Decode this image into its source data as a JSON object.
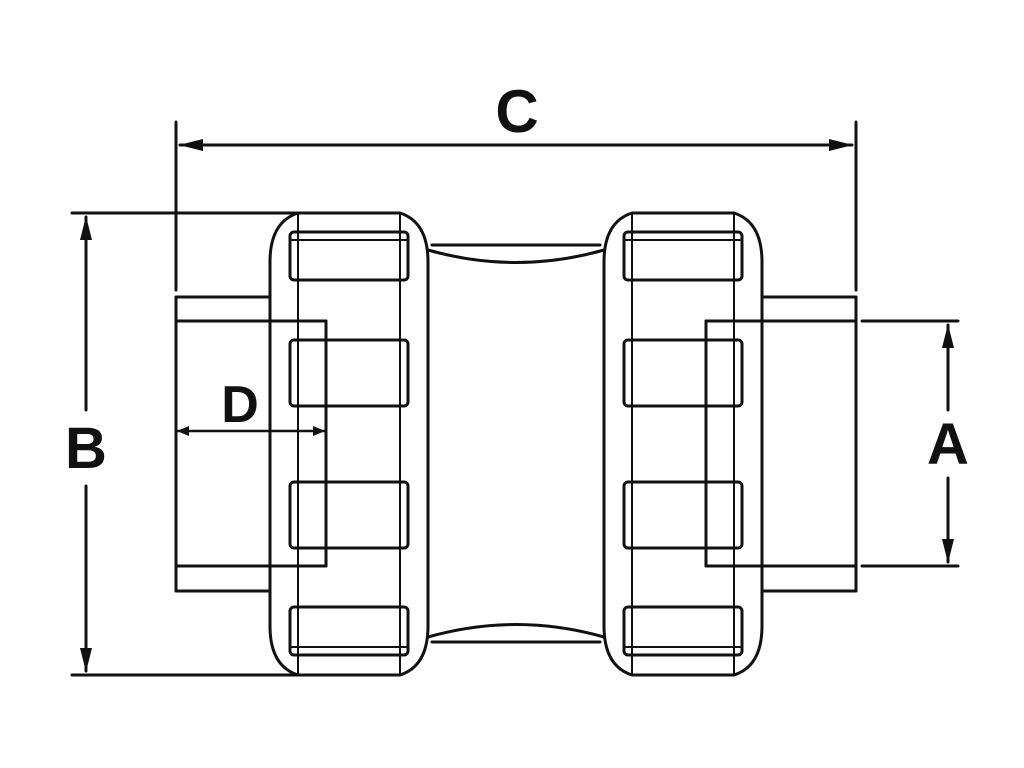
{
  "diagram": {
    "line_color": "#111111",
    "background": "#ffffff",
    "dimensions": {
      "a": {
        "label": "A"
      },
      "b": {
        "label": "B"
      },
      "c": {
        "label": "C"
      },
      "d": {
        "label": "D"
      }
    }
  }
}
